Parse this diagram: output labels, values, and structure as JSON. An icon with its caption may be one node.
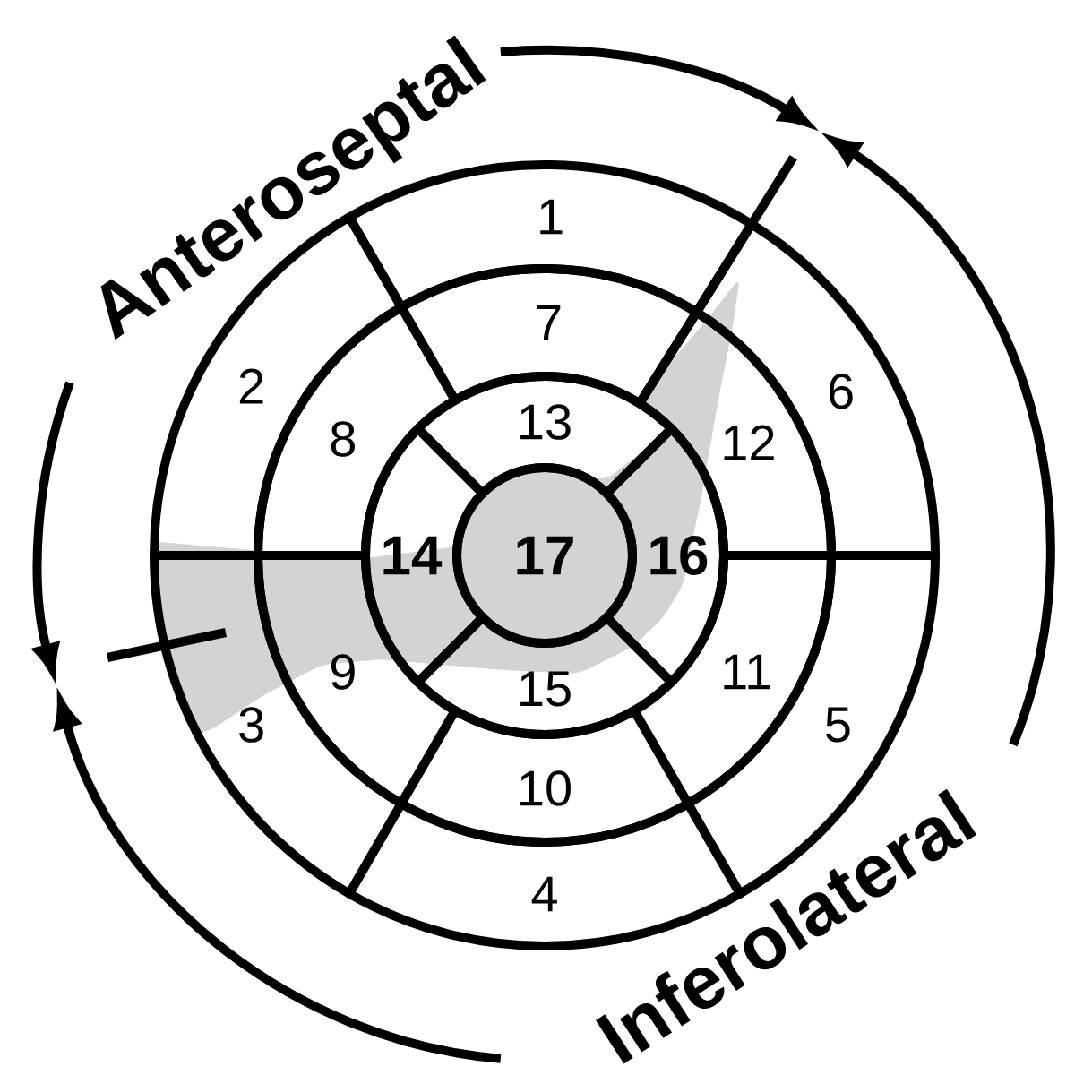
{
  "diagram": {
    "nodes": [
      {
        "text": [
          "1"
        ]
      },
      {
        "text": [
          "2"
        ]
      },
      {
        "text": [
          "3"
        ]
      },
      {
        "text": [
          "4"
        ]
      },
      {
        "text": [
          "5"
        ]
      },
      {
        "text": [
          "6"
        ]
      },
      {
        "text": [
          "7"
        ]
      },
      {
        "text": [
          "8"
        ]
      },
      {
        "text": [
          "9"
        ]
      },
      {
        "text": [
          "10"
        ]
      },
      {
        "text": [
          "11"
        ]
      },
      {
        "text": [
          "12"
        ]
      },
      {
        "text": [
          "13"
        ]
      },
      {
        "text": [
          "14"
        ]
      },
      {
        "text": [
          "15"
        ]
      },
      {
        "text": [
          "16"
        ]
      },
      {
        "text": [
          "17"
        ]
      }
    ],
    "labels": [
      "Anteroseptal",
      "Inferolateral"
    ]
  }
}
